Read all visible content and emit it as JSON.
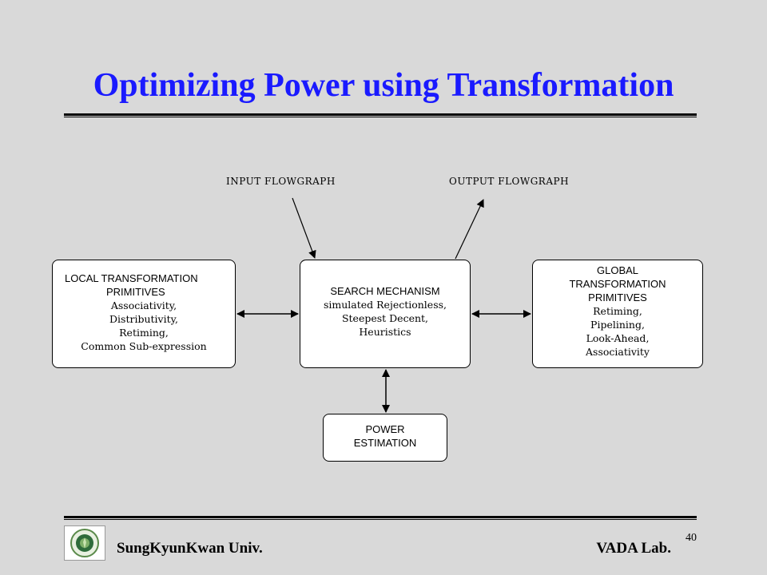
{
  "slide": {
    "title": "Optimizing Power using Transformation",
    "page_number": "40"
  },
  "diagram": {
    "input_label": "INPUT FLOWGRAPH",
    "output_label": "OUTPUT FLOWGRAPH",
    "local": {
      "heading": [
        "LOCAL TRANSFORMATION",
        "PRIMITIVES"
      ],
      "items": [
        "Associativity,",
        "Distributivity,",
        "Retiming,",
        "Common Sub-expression"
      ]
    },
    "search": {
      "heading": [
        "SEARCH MECHANISM"
      ],
      "items": [
        "simulated  Rejectionless,",
        "Steepest Decent,",
        "Heuristics"
      ]
    },
    "global": {
      "heading": [
        "GLOBAL",
        "TRANSFORMATION",
        "PRIMITIVES"
      ],
      "items": [
        "Retiming,",
        "Pipelining,",
        "Look-Ahead,",
        "Associativity"
      ]
    },
    "power": {
      "heading": [
        "POWER",
        "ESTIMATION"
      ]
    }
  },
  "footer": {
    "left": "SungKyunKwan Univ.",
    "right": "VADA Lab.",
    "logo_icon": "university-seal-icon"
  },
  "colors": {
    "title": "#1a1aff",
    "background": "#d9d9d9"
  }
}
